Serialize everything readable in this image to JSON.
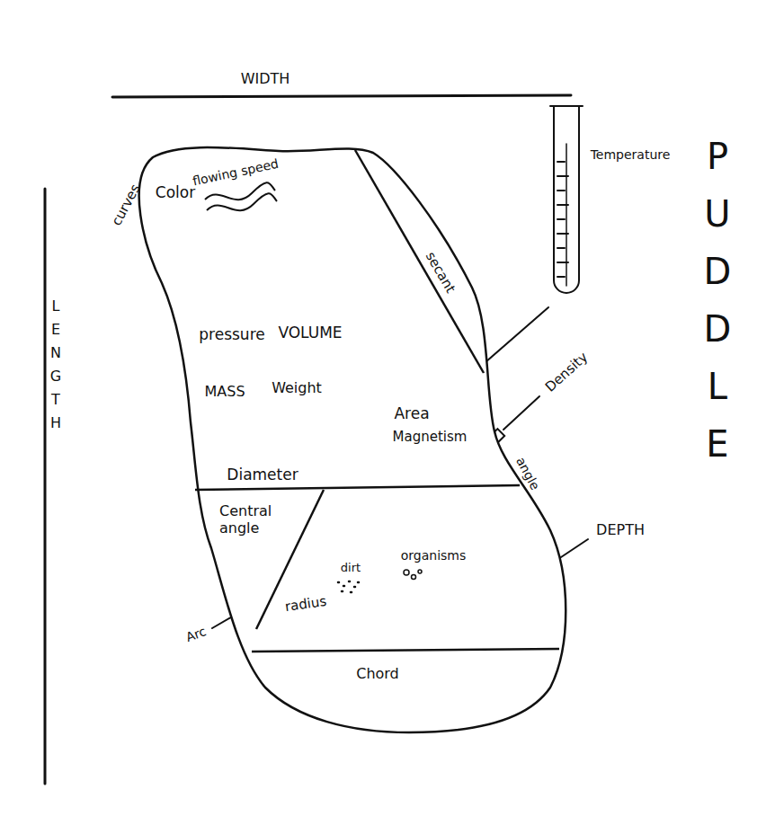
{
  "diagram": {
    "title": "PUDDLE",
    "nodes": [
      {
        "text": [
          "Color",
          "flowing speed",
          "secant",
          "pressure",
          "VOLUME",
          "MASS",
          "Weight",
          "Area",
          "Magnetism",
          "Diameter",
          "Central angle",
          "radius",
          "dirt",
          "organisms",
          "Chord"
        ]
      }
    ],
    "labels": [
      "WIDTH",
      "LENGTH",
      "curves",
      "Temperature",
      "Density",
      "angle",
      "DEPTH",
      "Arc"
    ]
  }
}
